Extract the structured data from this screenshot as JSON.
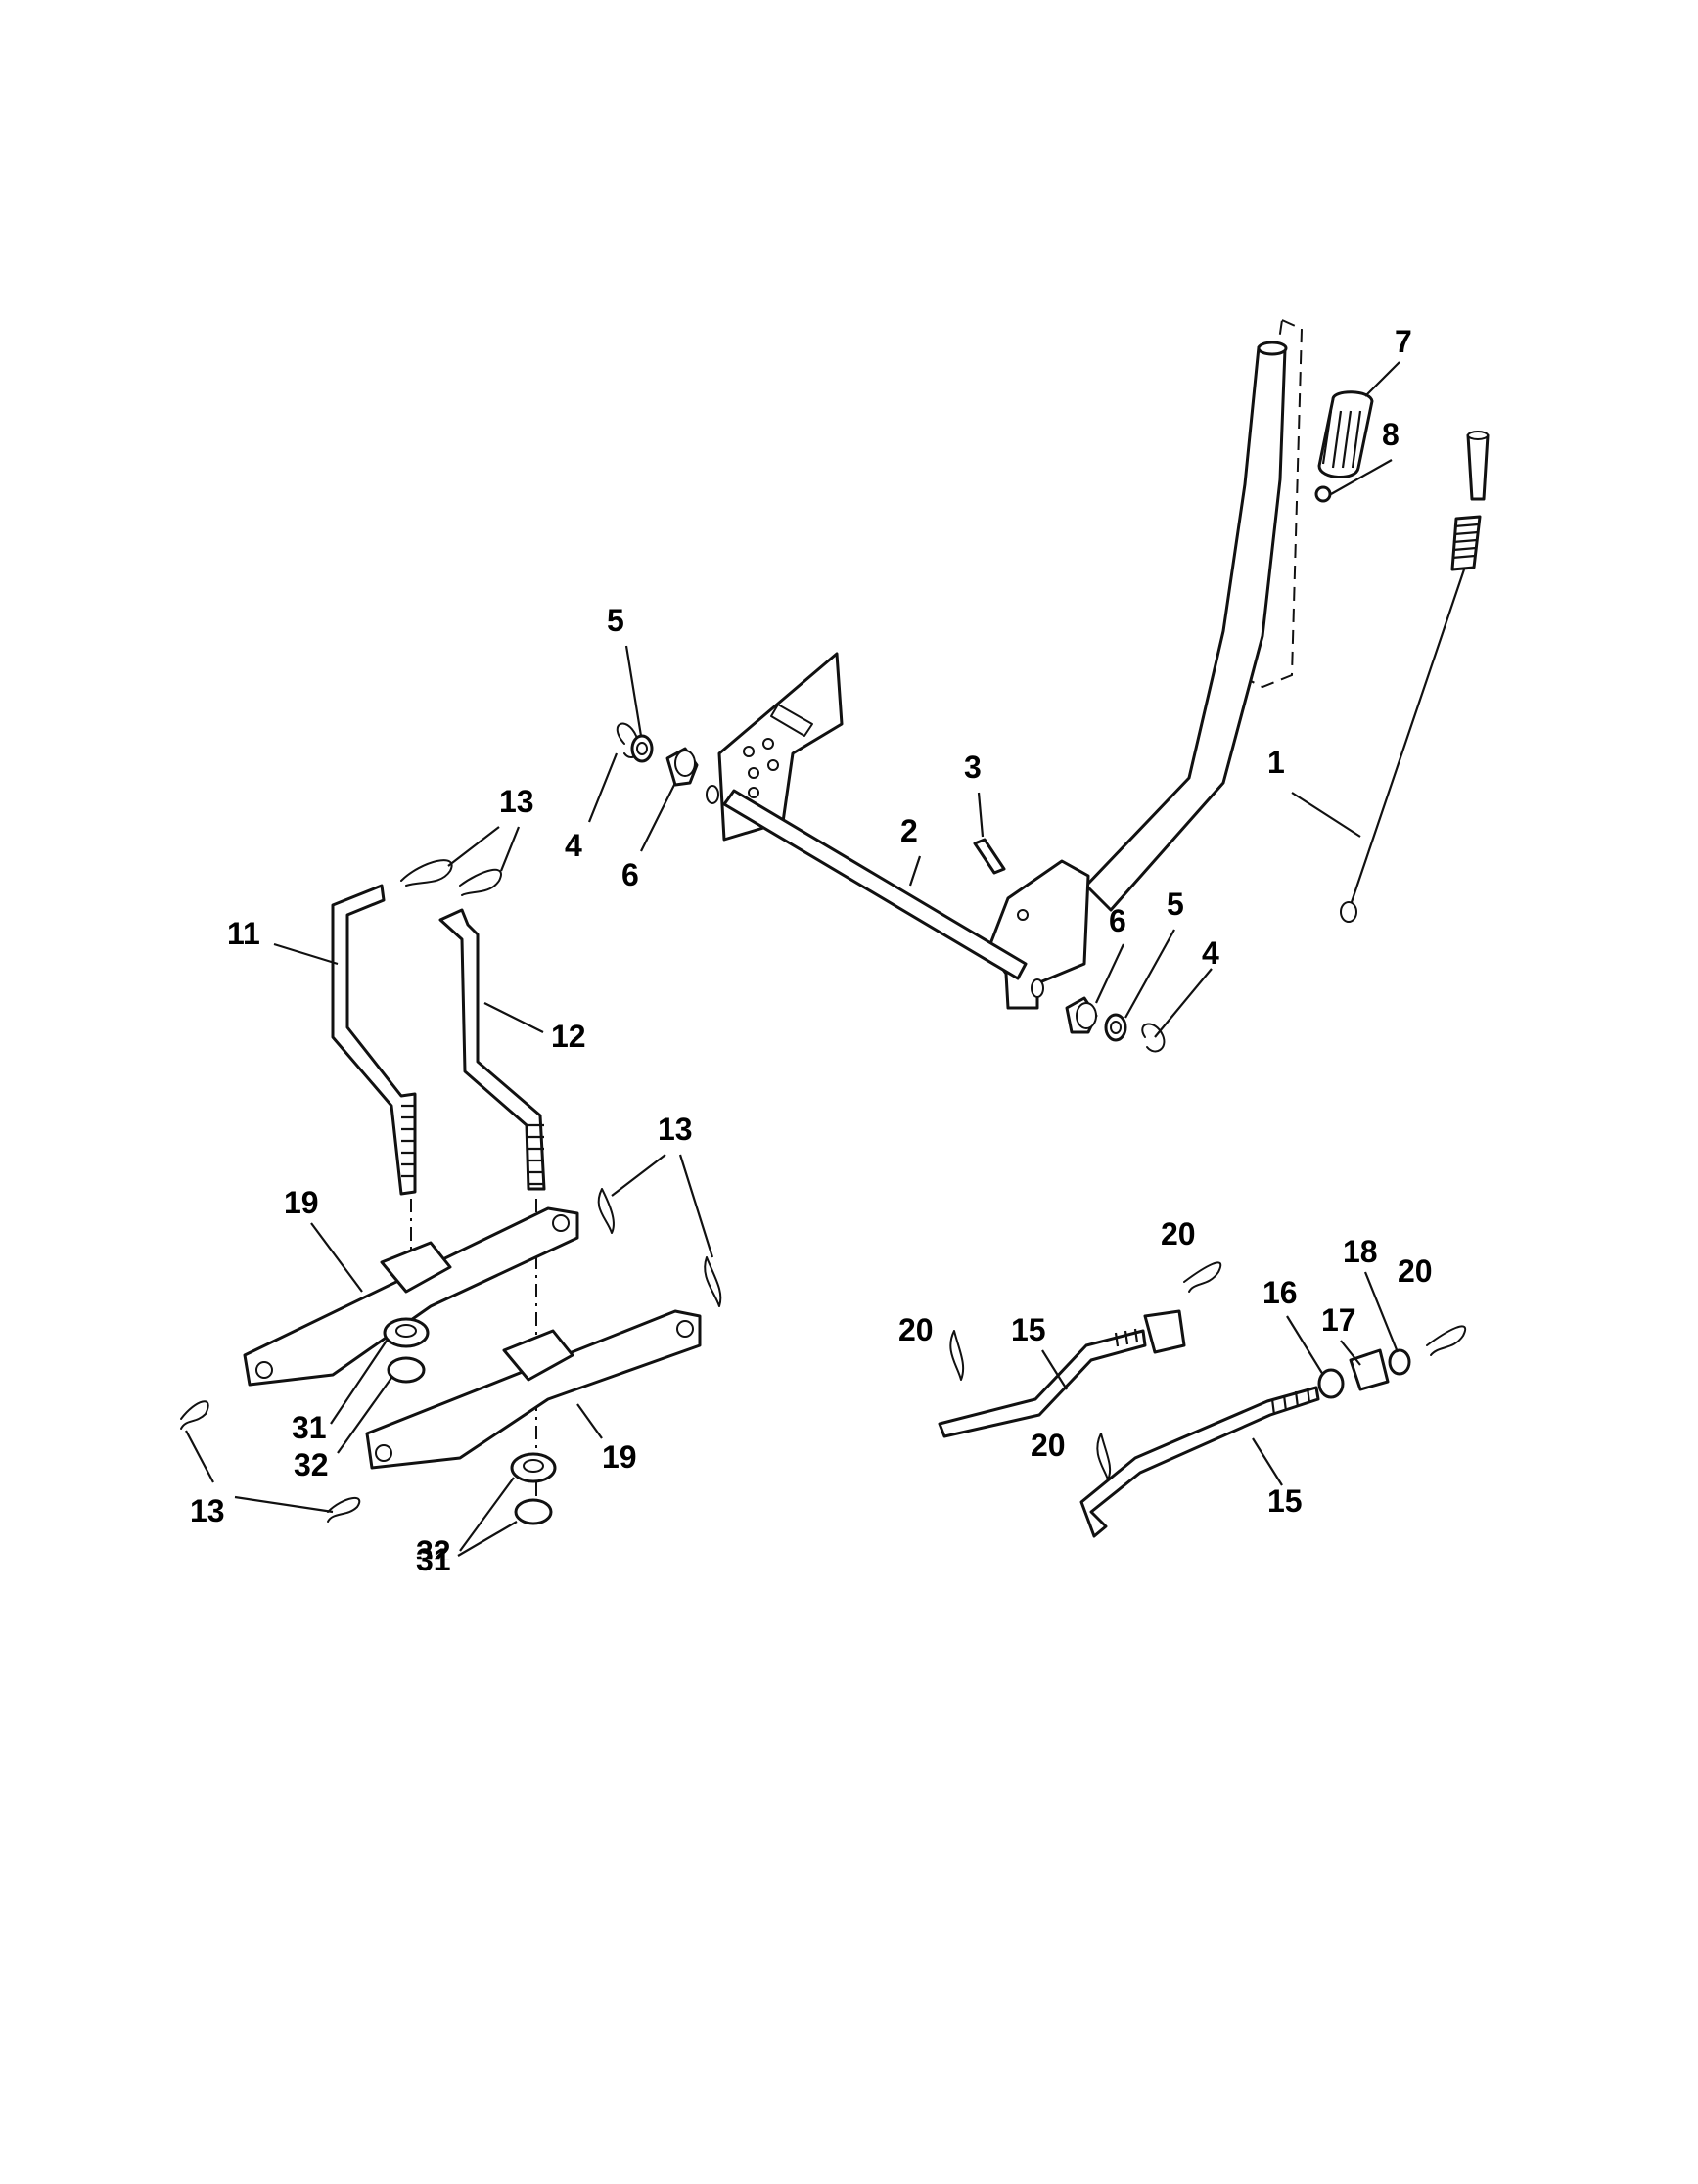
{
  "callouts": {
    "c1": "1",
    "c2": "2",
    "c3": "3",
    "c4a": "4",
    "c4b": "4",
    "c5a": "5",
    "c5b": "5",
    "c6a": "6",
    "c6b": "6",
    "c7": "7",
    "c8": "8",
    "c11": "11",
    "c12": "12",
    "c13a": "13",
    "c13b": "13",
    "c13c": "13",
    "c15a": "15",
    "c15b": "15",
    "c16": "16",
    "c17": "17",
    "c18": "18",
    "c19a": "19",
    "c19b": "19",
    "c20a": "20",
    "c20b": "20",
    "c20c": "20",
    "c20d": "20",
    "c31a": "31",
    "c31b": "31",
    "c32a": "32",
    "c32b": "32"
  },
  "colors": {
    "line": "#111111",
    "background": "#ffffff"
  }
}
